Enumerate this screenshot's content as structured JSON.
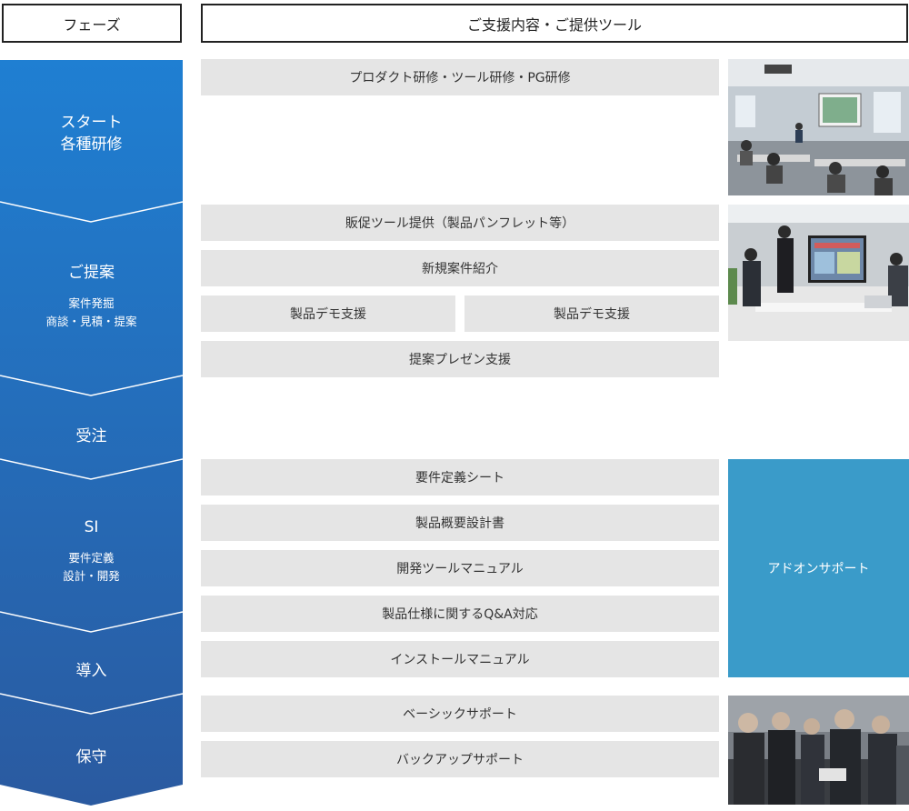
{
  "headers": {
    "phase": "フェーズ",
    "support": "ご支援内容・ご提供ツール"
  },
  "phases": [
    {
      "title": "スタート\n各種研修",
      "sub": ""
    },
    {
      "title": "ご提案",
      "sub": "案件発掘\n商談・見積・提案"
    },
    {
      "title": "受注",
      "sub": ""
    },
    {
      "title": "SI",
      "sub": "要件定義\n設計・開発"
    },
    {
      "title": "導入",
      "sub": ""
    },
    {
      "title": "保守",
      "sub": ""
    }
  ],
  "items": {
    "training": "プロダクト研修・ツール研修・PG研修",
    "sales_tools": "販促ツール提供（製品パンフレット等）",
    "new_project": "新規案件紹介",
    "demo_left": "製品デモ支援",
    "demo_right": "製品デモ支援",
    "presentation": "提案プレゼン支援",
    "requirements_sheet": "要件定義シート",
    "design_doc": "製品概要設計書",
    "dev_tool_manual": "開発ツールマニュアル",
    "spec_qa": "製品仕様に関するQ&A対応",
    "install_manual": "インストールマニュアル",
    "basic_support": "ベーシックサポート",
    "backup_support": "バックアップサポート",
    "addon_support": "アドオンサポート"
  },
  "colors": {
    "phase_top": "#1f7fd2",
    "phase_bottom": "#2a5aa0",
    "box_bg": "#e5e5e5",
    "addon_bg": "#3a9bc9"
  },
  "photos": [
    "seminar-photo",
    "meeting-photo",
    "support-team-photo"
  ]
}
